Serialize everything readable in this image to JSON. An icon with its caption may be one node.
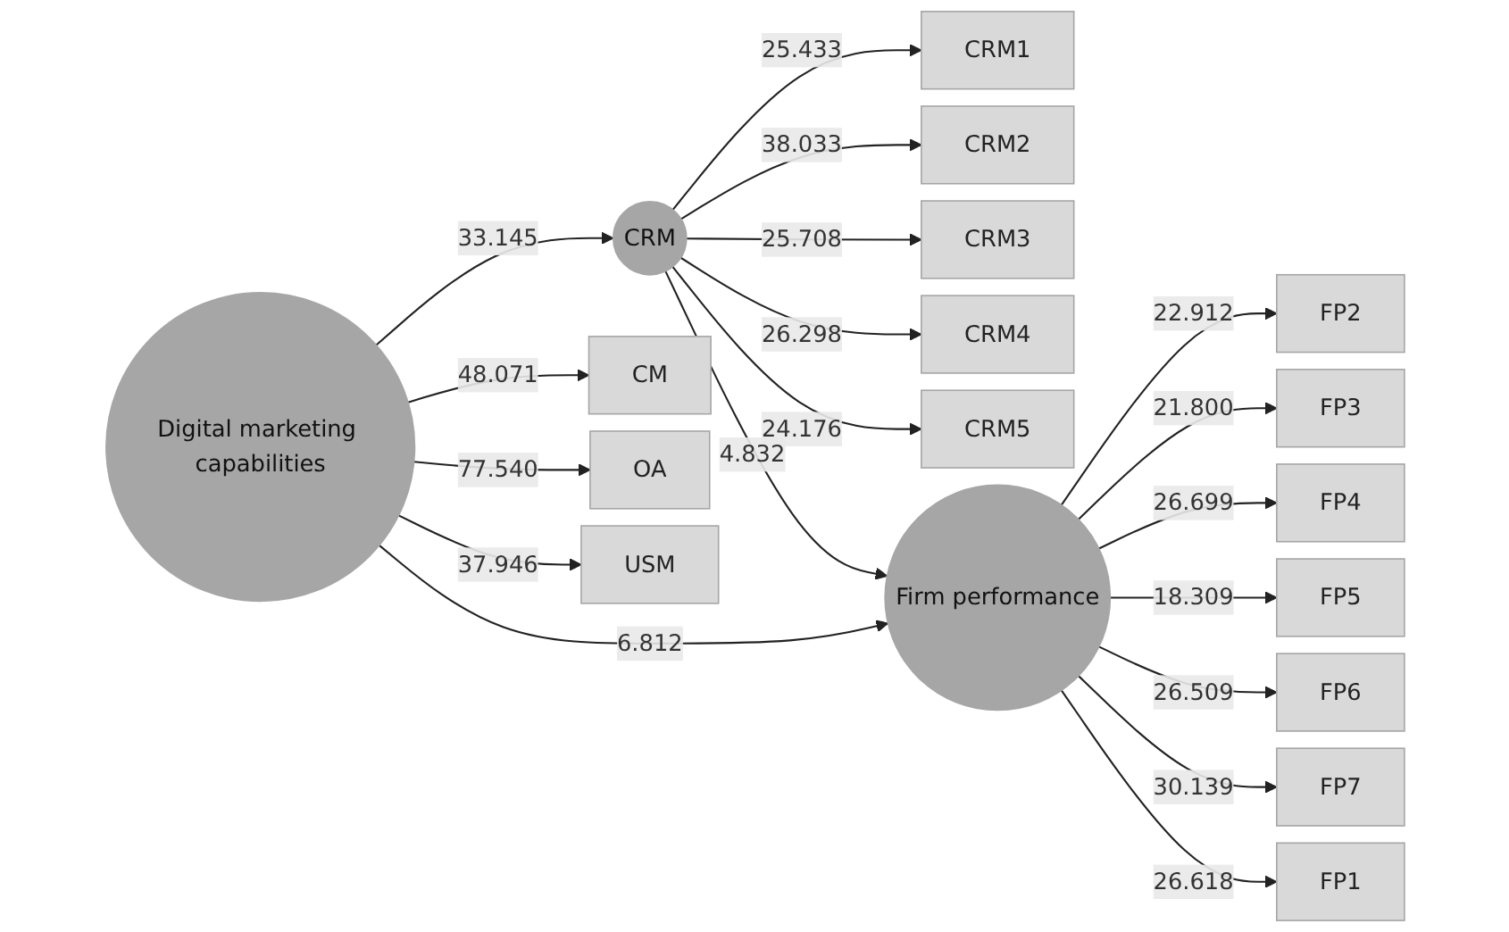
{
  "diagram": {
    "nodes": [
      {
        "text": [
          "CRM1"
        ]
      },
      {
        "text": [
          "CRM2"
        ]
      },
      {
        "text": [
          "CRM3"
        ]
      },
      {
        "text": [
          "CRM4"
        ]
      },
      {
        "text": [
          "CRM5"
        ]
      },
      {
        "text": [
          "CRM"
        ]
      },
      {
        "text": [
          "Digital marketing capabilities"
        ]
      },
      {
        "text": [
          "CM"
        ]
      },
      {
        "text": [
          "OA"
        ]
      },
      {
        "text": [
          "USM"
        ]
      },
      {
        "text": [
          "Firm performance"
        ]
      },
      {
        "text": [
          "FP2"
        ]
      },
      {
        "text": [
          "FP3"
        ]
      },
      {
        "text": [
          "FP4"
        ]
      },
      {
        "text": [
          "FP5"
        ]
      },
      {
        "text": [
          "FP6"
        ]
      },
      {
        "text": [
          "FP7"
        ]
      },
      {
        "text": [
          "FP1"
        ]
      }
    ],
    "edges": [
      {
        "from": 5,
        "to": 0,
        "arrow": "to",
        "label": "25.433"
      },
      {
        "from": 5,
        "to": 1,
        "arrow": "to",
        "label": "38.033"
      },
      {
        "from": 5,
        "to": 2,
        "arrow": "to",
        "label": "25.708"
      },
      {
        "from": 5,
        "to": 3,
        "arrow": "to",
        "label": "26.298"
      },
      {
        "from": 5,
        "to": 4,
        "arrow": "to",
        "label": "24.176"
      },
      {
        "from": 6,
        "to": 5,
        "arrow": "to",
        "label": "33.145"
      },
      {
        "from": 5,
        "to": 10,
        "arrow": "to",
        "label": "4.832"
      },
      {
        "from": 6,
        "to": 10,
        "arrow": "to",
        "label": "6.812"
      },
      {
        "from": 6,
        "to": 7,
        "arrow": "to",
        "label": "48.071"
      },
      {
        "from": 6,
        "to": 8,
        "arrow": "to",
        "label": "77.540"
      },
      {
        "from": 6,
        "to": 9,
        "arrow": "to",
        "label": "37.946"
      },
      {
        "from": 10,
        "to": 11,
        "arrow": "to",
        "label": "22.912"
      },
      {
        "from": 10,
        "to": 12,
        "arrow": "to",
        "label": "21.800"
      },
      {
        "from": 10,
        "to": 13,
        "arrow": "to",
        "label": "26.699"
      },
      {
        "from": 10,
        "to": 14,
        "arrow": "to",
        "label": "18.309"
      },
      {
        "from": 10,
        "to": 15,
        "arrow": "to",
        "label": "26.509"
      },
      {
        "from": 10,
        "to": 16,
        "arrow": "to",
        "label": "30.139"
      },
      {
        "from": 10,
        "to": 17,
        "arrow": "to",
        "label": "26.618"
      }
    ]
  }
}
